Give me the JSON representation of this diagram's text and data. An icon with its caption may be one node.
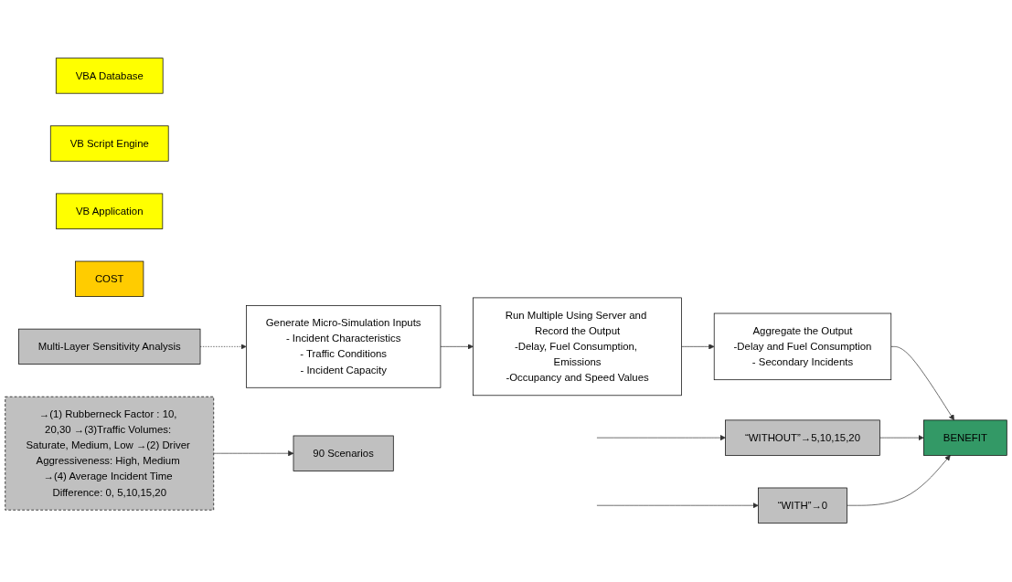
{
  "diagram": {
    "nodes": [
      {
        "text": [
          "VBA Database"
        ]
      },
      {
        "text": [
          "Generate Micro-Simulation Inputs",
          "- Incident Characteristics",
          "- Traffic Conditions",
          "- Incident Capacity"
        ]
      },
      {
        "text": [
          "VB Script Engine"
        ]
      },
      {
        "text": [
          "Run Multiple Using Server and Record the Output",
          "-Delay, Fuel Consumption, Emissions",
          "-Occupancy and Speed Values"
        ]
      },
      {
        "text": [
          "VB Application"
        ]
      },
      {
        "text": [
          "Aggregate the Output",
          "-Delay and Fuel Consumption",
          "- Secondary Incidents"
        ]
      },
      {
        "text": [
          "BENEFIT"
        ]
      },
      {
        "text": [
          "COST"
        ]
      },
      {
        "text": [
          "“WITHOUT”→5,10,15,20"
        ]
      },
      {
        "text": [
          "“WITH”→0"
        ]
      },
      {
        "text": [
          "Multi-Layer Sensitivity Analysis"
        ]
      },
      {
        "text": [
          "→(1) Rubberneck Factor : 10, 20,30 →(3)Traffic Volumes: Saturate, Medium, Low →(2) Driver Aggressiveness: High, Medium →(4) Average Incident Time Difference: 0, 5,10,15,20"
        ]
      },
      {
        "text": [
          "90 Scenarios"
        ]
      }
    ],
    "edges": [
      {
        "from": 1,
        "to": 3,
        "arrow": "to"
      },
      {
        "from": 3,
        "to": 5,
        "arrow": "to"
      },
      {
        "from": 5,
        "to": 6,
        "arrow": "to"
      },
      {
        "from": null,
        "to": 8,
        "arrow": "to"
      },
      {
        "from": 8,
        "to": 6,
        "arrow": "to"
      },
      {
        "from": null,
        "to": 9,
        "arrow": "to"
      },
      {
        "from": 9,
        "to": 6,
        "arrow": "to"
      },
      {
        "from": 10,
        "to": 1,
        "arrow": "to",
        "style": "dashed"
      },
      {
        "from": 11,
        "to": 12,
        "arrow": "to"
      }
    ]
  }
}
